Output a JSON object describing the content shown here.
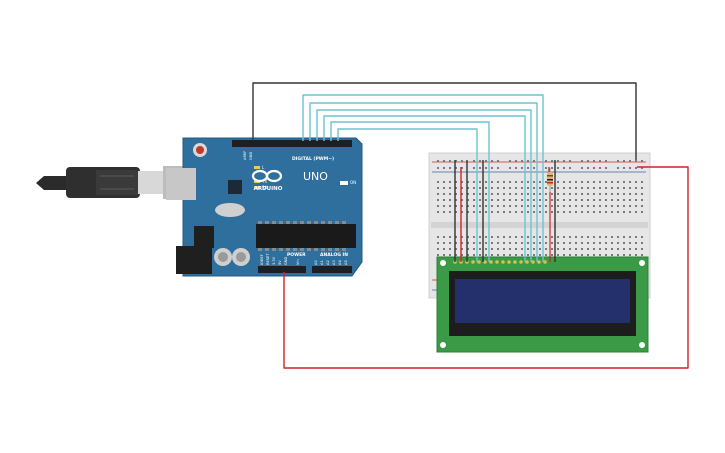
{
  "arduino": {
    "brand": "ARDUINO",
    "model": "UNO",
    "aref_label": "AREF",
    "gnd_label": "GND",
    "digital_label": "DIGITAL (PWM~)",
    "power_label": "POWER",
    "analog_label": "ANALOG IN",
    "tx_label": "TX",
    "rx_label": "RX",
    "l_label": "L",
    "on_label": "ON",
    "ioref_label": "IOREF",
    "reset_label": "RESET",
    "v33_label": "3.3V",
    "v5_label": "5V",
    "vin_label": "Vin",
    "a0": "A0",
    "a1": "A1",
    "a2": "A2",
    "a3": "A3",
    "a4": "A4",
    "a5": "A5"
  },
  "colors": {
    "board": "#2e6f9e",
    "board_edge": "#245a82",
    "wire_data": "#6ec3d1",
    "wire_gnd": "#333333",
    "wire_power": "#d6202a",
    "breadboard": "#e6e6e6",
    "lcd_pcb": "#3a9a45",
    "lcd_screen": "#23306b"
  }
}
